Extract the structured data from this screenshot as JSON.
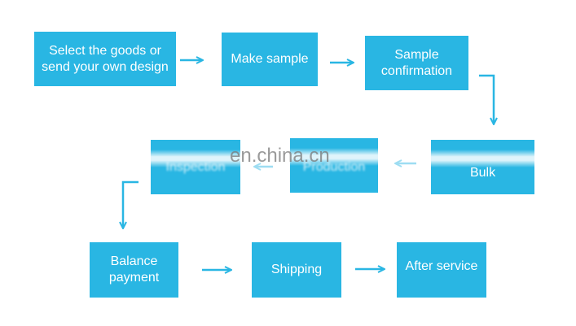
{
  "colors": {
    "box": "#29b6e3",
    "arrow": "#29b6e3"
  },
  "steps": [
    {
      "id": "select",
      "label": "Select the goods or\nsend your own design"
    },
    {
      "id": "make-sample",
      "label": "Make sample"
    },
    {
      "id": "sample-confirmation",
      "label": "Sample\nconfirmation"
    },
    {
      "id": "bulk",
      "label": "Bulk"
    },
    {
      "id": "production",
      "label": "Production"
    },
    {
      "id": "inspection",
      "label": "Inspection"
    },
    {
      "id": "balance-payment",
      "label": "Balance\npayment"
    },
    {
      "id": "shipping",
      "label": "Shipping"
    },
    {
      "id": "after-service",
      "label": "After service"
    }
  ],
  "watermark": "en.china.cn"
}
